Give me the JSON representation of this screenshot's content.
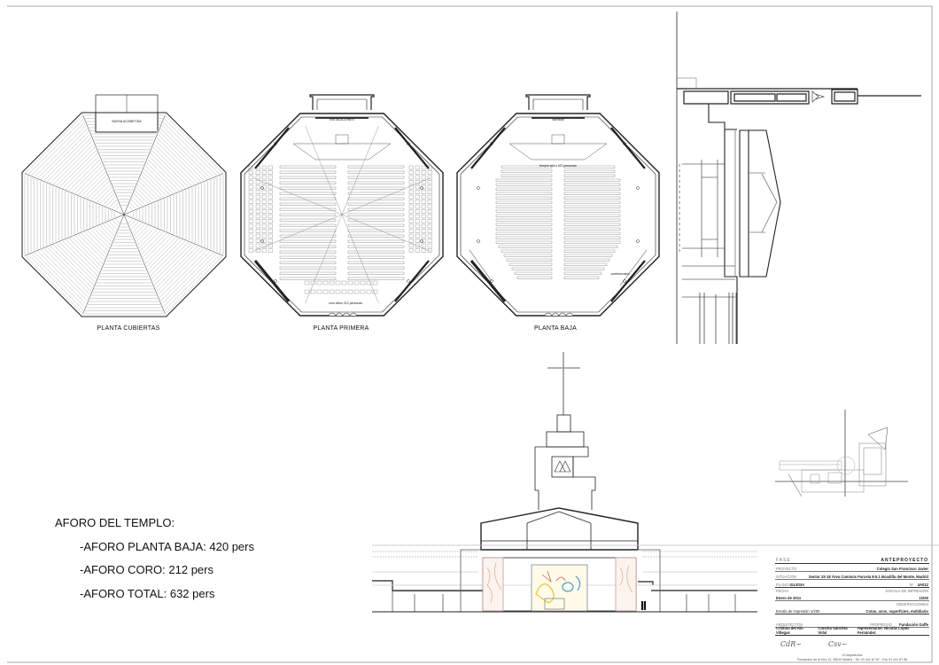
{
  "plans": {
    "cubiertas": {
      "label": "PLANTA CUBIERTAS",
      "room": "NUEVA ACOMETIDA"
    },
    "primera": {
      "label": "PLANTA PRIMERA",
      "room": "INSTALACIONES",
      "note": "coro aforo 212 personas"
    },
    "baja": {
      "label": "PLANTA BAJA",
      "room": "sacristía",
      "note": "templo aforo 420 personas",
      "note2": "confesionario"
    }
  },
  "aforo": {
    "title": "AFORO DEL TEMPLO:",
    "items": [
      "-AFORO PLANTA BAJA: 420 pers",
      "-AFORO CORO: 212 pers",
      "-AFORO TOTAL: 632 pers"
    ]
  },
  "title_block": {
    "fase_label": "FASE",
    "fase": "ANTEPROYECTO",
    "proyecto_label": "PROYECTO",
    "proyecto": "Colegio San Francisco Javier",
    "situacion_label": "SITUACIÓN",
    "situacion": "Sector 33-18 Área Comisús Parcela 8-5.1 Boadilla del Monte, Madrid",
    "plano_label": "PLANO",
    "plano": "IGLESIA",
    "numero_label": "Nº",
    "numero": "4A012",
    "fecha_label": "FECHA",
    "escala_label": "ESCALA DE IMPRESIÓN",
    "fecha": "Enero de 2011",
    "escala": "1/200",
    "observaciones_label": "OBSERVACIONES",
    "escala_note": "Escala de impresión 1/200",
    "observaciones": "Cotas, usos, superficies, mobiliario",
    "arquitectos_label": "ARQUITECTOS",
    "propiedad_label": "PROPIEDAD",
    "propiedad": "Fundación Gaffe",
    "arquitecto1": "Cristina del Río Villegas",
    "arquitecto2": "Concha Sánchez Vidal",
    "representante": "representante: Nicolás López Fernández",
    "estudio": "CCarquitectos",
    "footer": "Fernández de la Hoz 12, 28010 Madrid · Tel. 91 441 87 87 · Fax 91 441 87 88"
  },
  "colors": {
    "line": "#222222",
    "frame": "#999999",
    "mural_yellow": "#e8c840",
    "mural_blue": "#5aa0d8",
    "mural_red": "#d06060"
  }
}
